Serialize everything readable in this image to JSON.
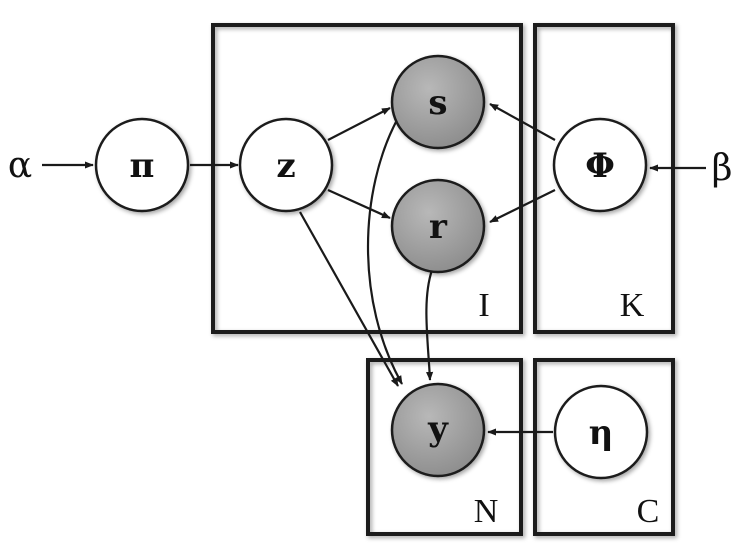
{
  "nodes": {
    "alpha": "α",
    "pi": "π",
    "z": "z",
    "s": "s",
    "r": "r",
    "phi": "Φ",
    "beta": "β",
    "y": "y",
    "eta": "η"
  },
  "plates": {
    "I": "I",
    "K": "K",
    "N": "N",
    "C": "C"
  },
  "colors": {
    "observed_fill": "#9a9a9a",
    "line": "#1a1a1a"
  }
}
